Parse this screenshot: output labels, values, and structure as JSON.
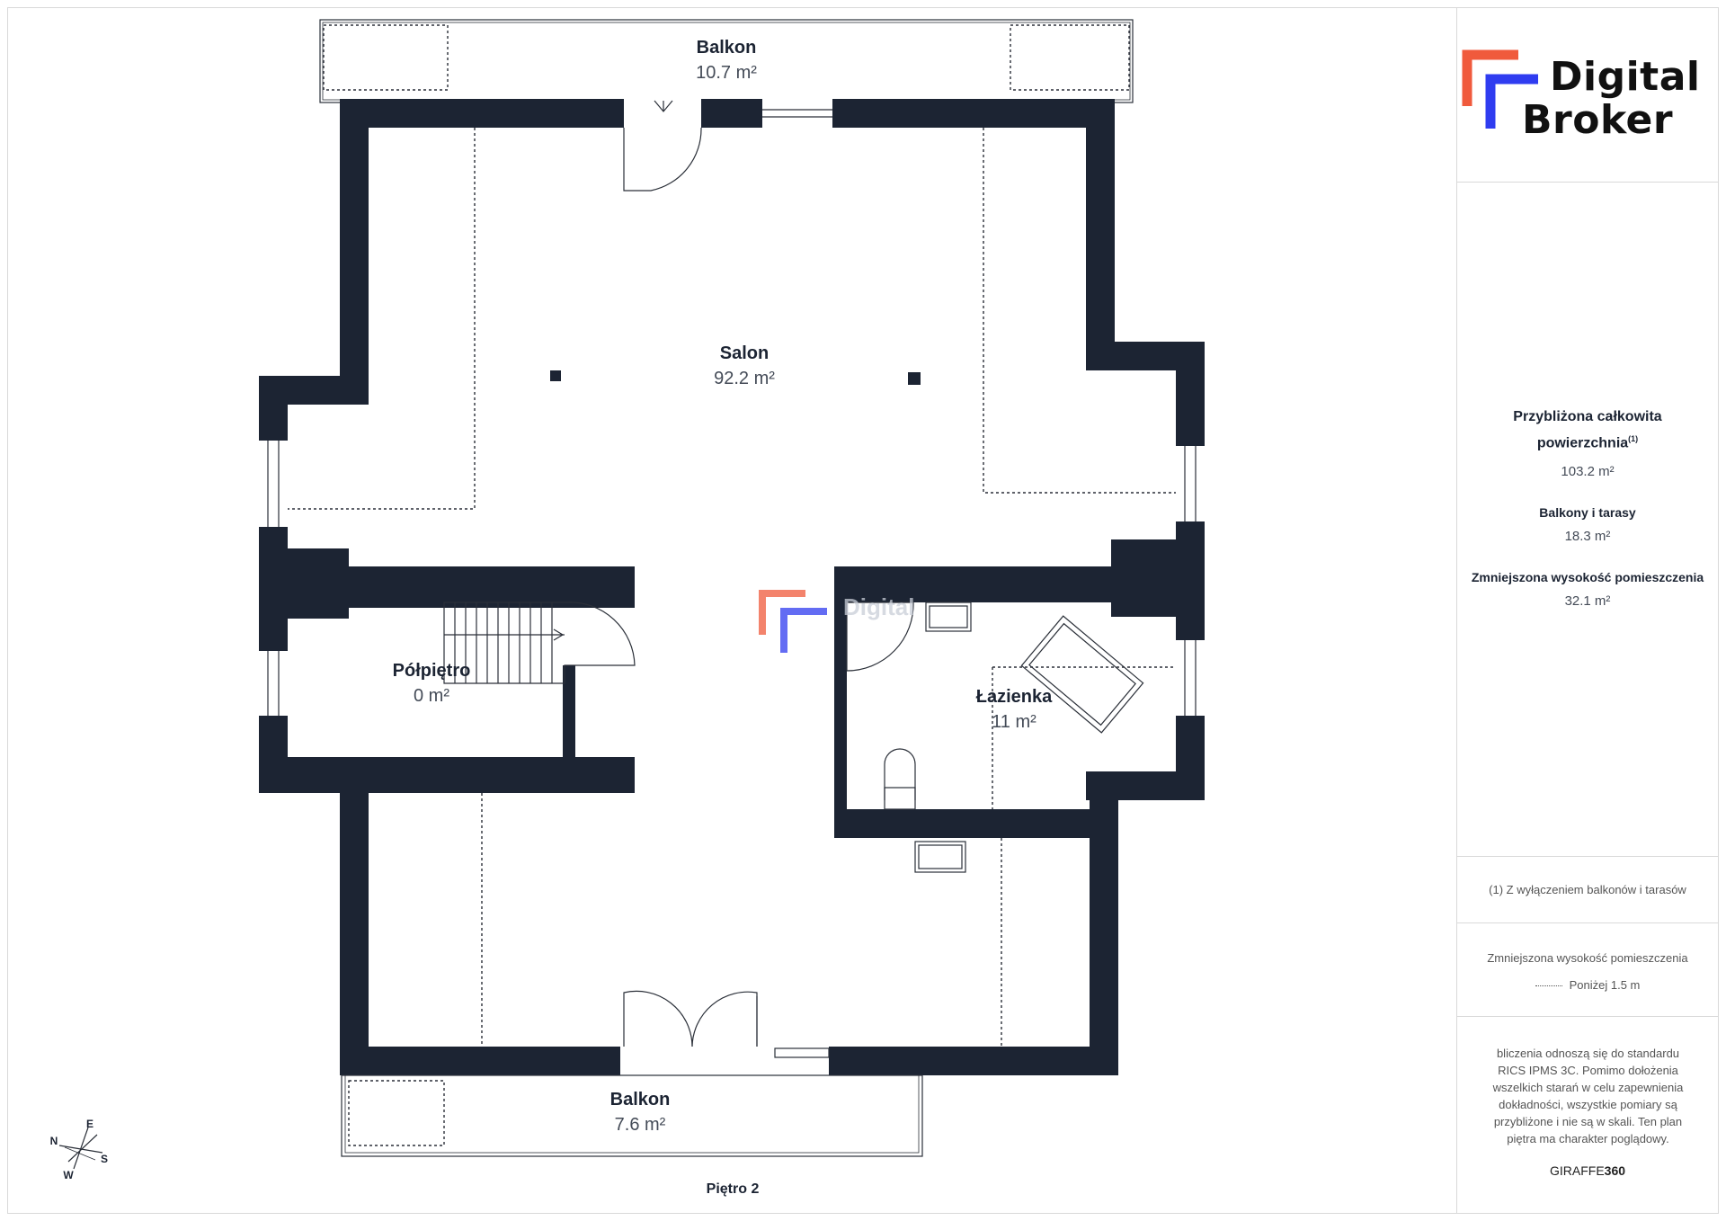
{
  "plan": {
    "rooms": [
      {
        "id": "balkon-top",
        "name": "Balkon",
        "area": "10.7 m²"
      },
      {
        "id": "salon",
        "name": "Salon",
        "area": "92.2 m²"
      },
      {
        "id": "polpietro",
        "name": "Półpiętro",
        "area": "0 m²"
      },
      {
        "id": "lazienka",
        "name": "Łazienka",
        "area": "11 m²"
      },
      {
        "id": "balkon-bottom",
        "name": "Balkon",
        "area": "7.6 m²"
      }
    ],
    "floor_label": "Piętro 2",
    "compass": {
      "n": "N",
      "e": "E",
      "s": "S",
      "w": "W"
    },
    "watermark": "Digital"
  },
  "brand": {
    "logo_line1": "Digital",
    "logo_line2": "Broker",
    "logo_colors": {
      "orange": "#f05a3c",
      "blue": "#2f3cf0"
    }
  },
  "summary": {
    "total_title": "Przybliżona całkowita powierzchnia",
    "total_sup": "(1)",
    "total_value": "103.2 m²",
    "balconies_title": "Balkony i tarasy",
    "balconies_value": "18.3 m²",
    "reduced_title": "Zmniejszona wysokość pomieszczenia",
    "reduced_value": "32.1 m²"
  },
  "notes": {
    "footnote": "(1) Z wyłączeniem balkonów i tarasów",
    "legend_title": "Zmniejszona wysokość pomieszczenia",
    "legend_item": "Poniżej 1.5 m",
    "disclaimer": "bliczenia odnoszą się do standardu RICS IPMS 3C. Pomimo dołożenia wszelkich starań w celu zapewnienia dokładności, wszystkie pomiary są przybliżone i nie są w skali. Ten plan piętra ma charakter poglądowy.",
    "provider_prefix": "GIRAFFE",
    "provider_suffix": "360"
  },
  "colors": {
    "wall": "#1c2433",
    "border": "#d9d9d9"
  }
}
